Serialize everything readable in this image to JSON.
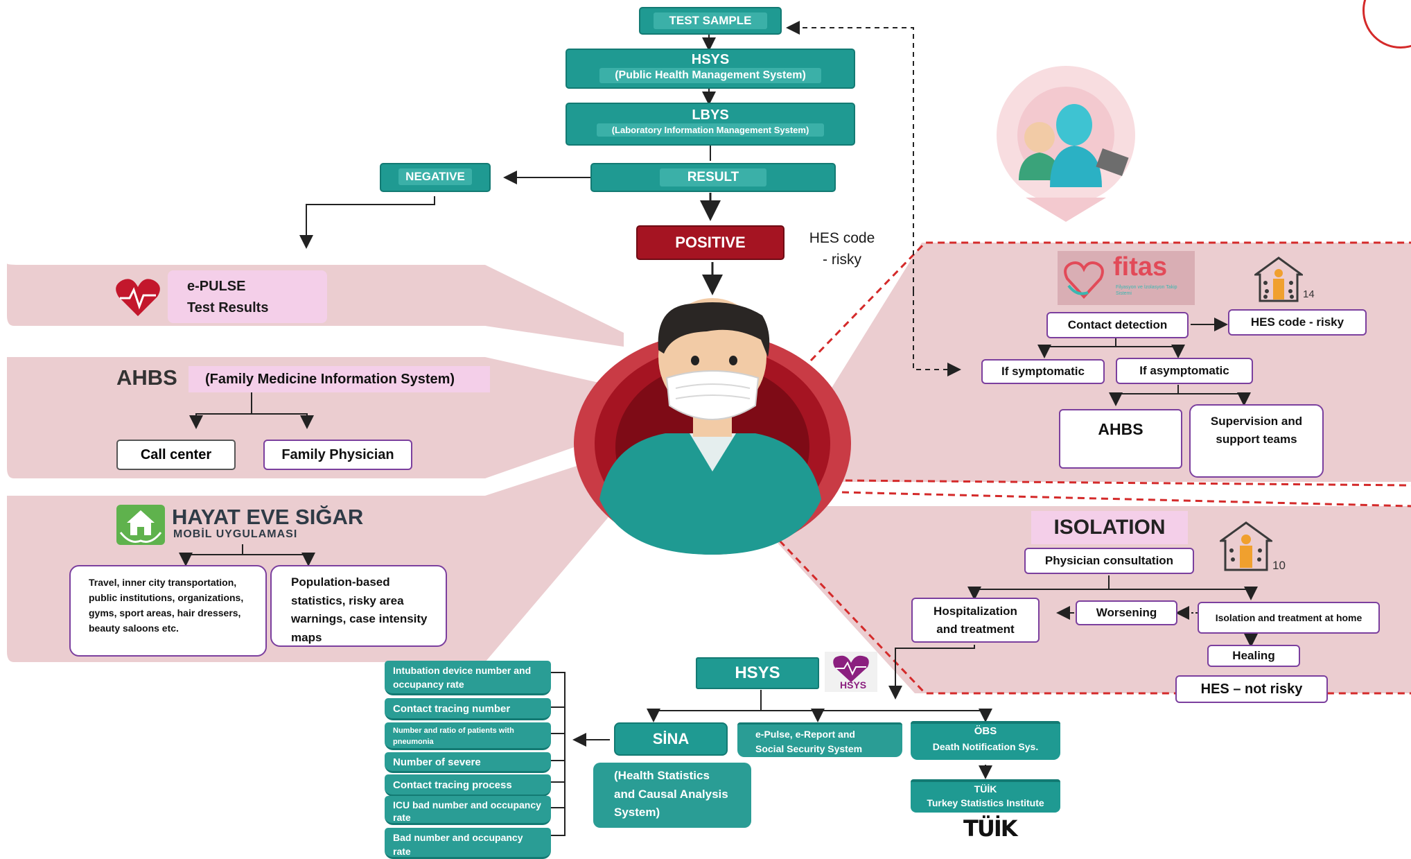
{
  "colors": {
    "teal": "#1f9a92",
    "teal_dark": "#137a73",
    "maroon": "#a51422",
    "pink_panel": "#ebcdd0",
    "pink_label": "#f4cfe9",
    "purple_border": "#7b3f9e",
    "red_dashed": "#d42a2a"
  },
  "top_flow": {
    "test_sample": "TEST SAMPLE",
    "hsys_title": "HSYS",
    "hsys_sub": "(Public Health Management System)",
    "lbys_title": "LBYS",
    "lbys_sub": "(Laboratory Information Management System)",
    "result": "RESULT",
    "negative": "NEGATIVE",
    "positive": "POSITIVE",
    "hes_risky_line1": "HES code",
    "hes_risky_line2": "- risky"
  },
  "left_panels": {
    "epulse_line1": "e-PULSE",
    "epulse_line2": "Test Results",
    "ahbs_title": "AHBS",
    "ahbs_sub": "(Family Medicine Information System)",
    "call_center": "Call center",
    "family_physician": "Family Physician",
    "hayat_title": "HAYAT EVE SIĞAR",
    "hayat_sub": "MOBİL UYGULAMASI",
    "travel_text": "Travel, inner city transportation, public institutions, organizations, gyms, sport areas, hair dressers, beauty saloons etc.",
    "population_text": "Population-based statistics, risky area warnings, case intensity maps"
  },
  "right_panel": {
    "fitas_logo": "fitas",
    "fitas_sub": "Filyasyon ve İzolasyon Takip Sistemi",
    "contact_detection": "Contact detection",
    "hes_risky": "HES code - risky",
    "if_symptomatic": "If symptomatic",
    "if_asymptomatic": "If asymptomatic",
    "ahbs": "AHBS",
    "supervision_line1": "Supervision and",
    "supervision_line2": "support teams",
    "house_days_1": "14"
  },
  "isolation_panel": {
    "title": "ISOLATION",
    "physician_consultation": "Physician consultation",
    "hospitalization_line1": "Hospitalization",
    "hospitalization_line2": "and treatment",
    "worsening": "Worsening",
    "isolation_home": "Isolation and treatment at home",
    "healing": "Healing",
    "hes_not_risky": "HES – not risky",
    "house_days_2": "10"
  },
  "bottom": {
    "hsys": "HSYS",
    "hsys_logo_text": "HSYS",
    "sina": "SİNA",
    "sina_desc_line1": "(Health Statistics",
    "sina_desc_line2": "and Causal Analysis",
    "sina_desc_line3": "System)",
    "epulse_ereport_line1": "e-Pulse, e-Report and",
    "epulse_ereport_line2": "Social Security System",
    "obs_title": "ÖBS",
    "obs_sub": "Death Notification Sys.",
    "tuik_title": "TÜİK",
    "tuik_sub": "Turkey Statistics Institute",
    "tuik_logo": "TÜİK",
    "stats": [
      "Intubation device number and occupancy rate",
      "Contact tracing number",
      "Number and ratio of patients with pneumonia",
      "Number of severe",
      "Contact tracing process",
      "ICU bad number and occupancy rate",
      "Bad number and occupancy rate"
    ]
  }
}
